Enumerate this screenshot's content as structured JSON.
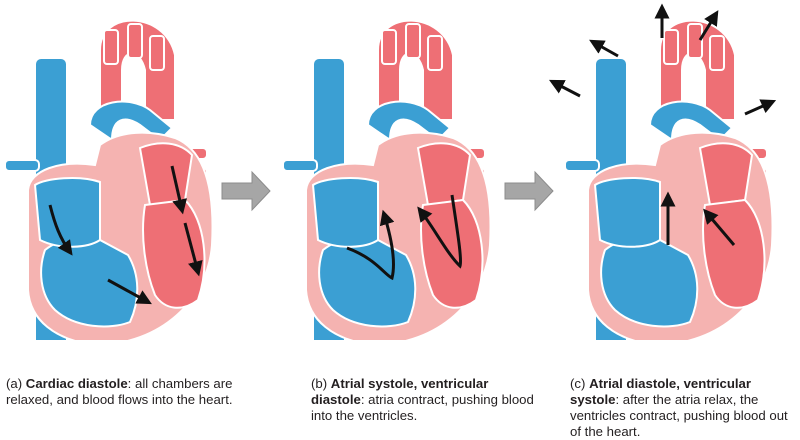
{
  "colors": {
    "deoxygenated": "#3b9fd3",
    "deoxygenated_dark": "#2b86bb",
    "oxygenated": "#ee6f75",
    "oxygenated_dark": "#e05a63",
    "tissue": "#f5b3b1",
    "tissue_light": "#f9cdc9",
    "outline": "#ffffff",
    "arrow": "#111111",
    "transition_arrow": "#a6a6a6"
  },
  "panels": [
    {
      "id": "a",
      "label": "(a)",
      "title": "Cardiac diastole",
      "text": ": all chambers are relaxed, and blood flows into the heart."
    },
    {
      "id": "b",
      "label": "(b)",
      "title": "Atrial systole, ventricular diastole",
      "text": ": atria contract, pushing blood into the ventricles."
    },
    {
      "id": "c",
      "label": "(c)",
      "title": "Atrial diastole, ventricular systole",
      "text": ": after the atria relax, the ventricles contract, pushing blood out of the heart."
    }
  ]
}
